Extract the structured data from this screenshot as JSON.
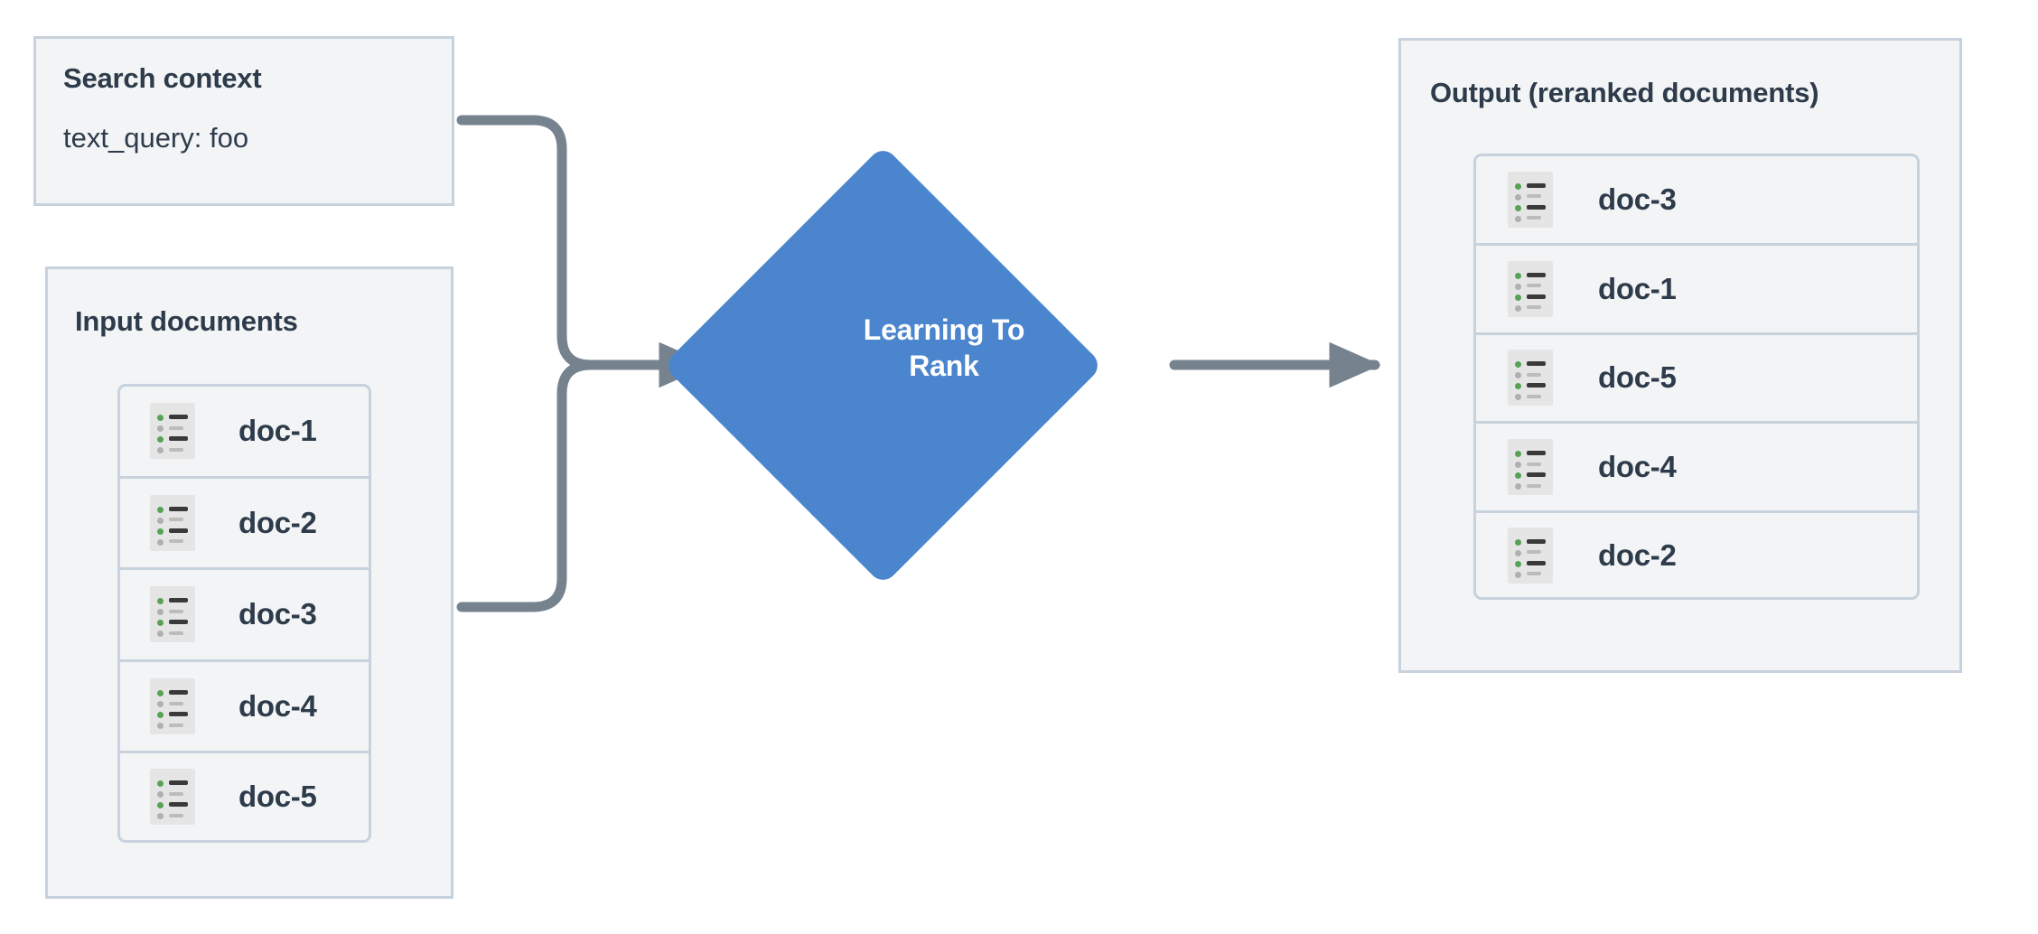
{
  "diagram": {
    "title": "Learning To Rank reranking flow",
    "colors": {
      "panel_fill": "#f2f4f6",
      "panel_border": "#c7d2dc",
      "text": "#2e3b4a",
      "node_blue": "#4a85cd",
      "connector": "#76838f",
      "icon_fill": "#e5e5e5",
      "icon_green": "#56a356",
      "icon_gray": "#b0b0b0",
      "background": "#ffffff"
    }
  },
  "search_context": {
    "title": "Search context",
    "query_line": "text_query: foo"
  },
  "input_documents": {
    "title": "Input documents",
    "icon": "document-list-icon",
    "docs": [
      {
        "label": "doc-1"
      },
      {
        "label": "doc-2"
      },
      {
        "label": "doc-3"
      },
      {
        "label": "doc-4"
      },
      {
        "label": "doc-5"
      }
    ]
  },
  "process_node": {
    "shape": "diamond",
    "line1": "Learning To",
    "line2": "Rank"
  },
  "output_documents": {
    "title": "Output (reranked documents)",
    "icon": "document-list-icon",
    "docs": [
      {
        "label": "doc-3"
      },
      {
        "label": "doc-1"
      },
      {
        "label": "doc-5"
      },
      {
        "label": "doc-4"
      },
      {
        "label": "doc-2"
      }
    ]
  },
  "connectors": [
    {
      "name": "search-context-to-ltr",
      "from": "search_context",
      "to": "process_node"
    },
    {
      "name": "input-documents-to-ltr",
      "from": "input_documents",
      "to": "process_node"
    },
    {
      "name": "ltr-to-output",
      "from": "process_node",
      "to": "output_documents"
    }
  ]
}
